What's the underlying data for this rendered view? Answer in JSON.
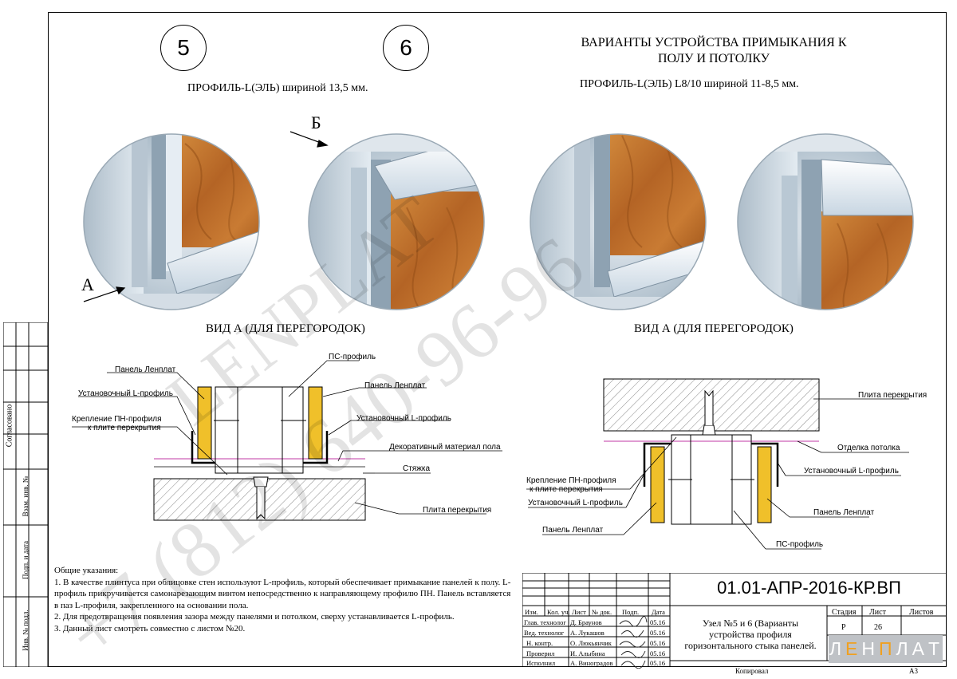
{
  "circle_numbers": [
    "5",
    "6"
  ],
  "title": {
    "line1": "ВАРИАНТЫ УСТРОЙСТВА ПРИМЫКАНИЯ К",
    "line2": "ПОЛУ И ПОТОЛКУ"
  },
  "profile_5": "ПРОФИЛЬ-L(ЭЛЬ)  шириной 13,5 мм.",
  "profile_6": "ПРОФИЛЬ-L(ЭЛЬ) L8/10 шириной  11-8,5 мм.",
  "arrow_a": "А",
  "arrow_b": "Б",
  "view_left": "ВИД А (ДЛЯ ПЕРЕГОРОДОК)",
  "view_right": "ВИД А (ДЛЯ ПЕРЕГОРОДОК)",
  "left_labels": {
    "panel_top": "Панель Ленплат",
    "install_profile": "Установочный L-профиль",
    "fastening_1": "Крепление ПН-профиля",
    "fastening_2": "к плите перекрытия",
    "ps_profile": "ПС-профиль",
    "panel_right": "Панель Ленплат",
    "install_profile_right": "Установочный L-профиль",
    "floor_material": "Декоративный материал пола",
    "screed": "Стяжка",
    "slab": "Плита перекрытия"
  },
  "right_labels": {
    "slab": "Плита перекрытия",
    "ceiling_finish": "Отделка потолка",
    "install_profile_right": "Установочный L-профиль",
    "fastening_1": "Крепление ПН-профиля",
    "fastening_2": "к плите перекрытия",
    "install_profile_left": "Установочный L-профиль",
    "panel_right": "Панель Ленплат",
    "panel_left": "Панель Ленплат",
    "ps_profile": "ПС-профиль"
  },
  "notes": {
    "heading": "Общие указания:",
    "n1": "1.  В качестве плинтуса при облицовке стен используют L-профиль, который обеспечивает примыкание панелей к полу. L-профиль прикручивается самонарезающим винтом непосредственно к направляющему профилю ПН. Панель вставляется в паз L-профиля, закрепленного на основании пола.",
    "n2": "2. Для предотвращения появления зазора между панелями и потолком, сверху устанавливается  L-профиль.",
    "n3": "3. Данный лист смотреть совместно с листом №20."
  },
  "binding": {
    "agreed": "Согласовано",
    "vzam": "Взам. инв. №",
    "podp": "Подп. и дата",
    "inv": "Инв. № подл."
  },
  "title_block": {
    "code": "01.01-АПР-2016-КР.ВП",
    "headers": [
      "Изм.",
      "Кол. уч.",
      "Лист",
      "№ док.",
      "Подп.",
      "Дата"
    ],
    "rows": [
      {
        "role": "Глав. технолог",
        "name": "Д. Браунов",
        "date": "05.16"
      },
      {
        "role": "Вед. технолог",
        "name": "А. Лукашов",
        "date": "05.16"
      },
      {
        "role": "Н. контр.",
        "name": "О. Люкьянчик",
        "date": "05.16"
      },
      {
        "role": "Проверил",
        "name": "И. Алыбина",
        "date": "05.16"
      },
      {
        "role": "Исполнил",
        "name": "А. Виноградов",
        "date": "05.16"
      }
    ],
    "description": [
      "Узел №5 и 6 (Варианты",
      "устройства профиля",
      "горизонтального стыка панелей."
    ],
    "stage_label": "Стадия",
    "sheet_label": "Лист",
    "sheets_label": "Листов",
    "stage": "Р",
    "sheet": "26",
    "logo": [
      "Л",
      "Е",
      "Н",
      "П",
      "Л",
      "А",
      "Т"
    ],
    "copied": "Копировал",
    "format": "А3"
  },
  "watermark": {
    "brand": "LENPLAT",
    "phone": "+7 (812) 640-96-96"
  },
  "colors": {
    "wood": "#b86a25",
    "panel_core": "#f0c02a",
    "wall": "#c7d3dd"
  }
}
